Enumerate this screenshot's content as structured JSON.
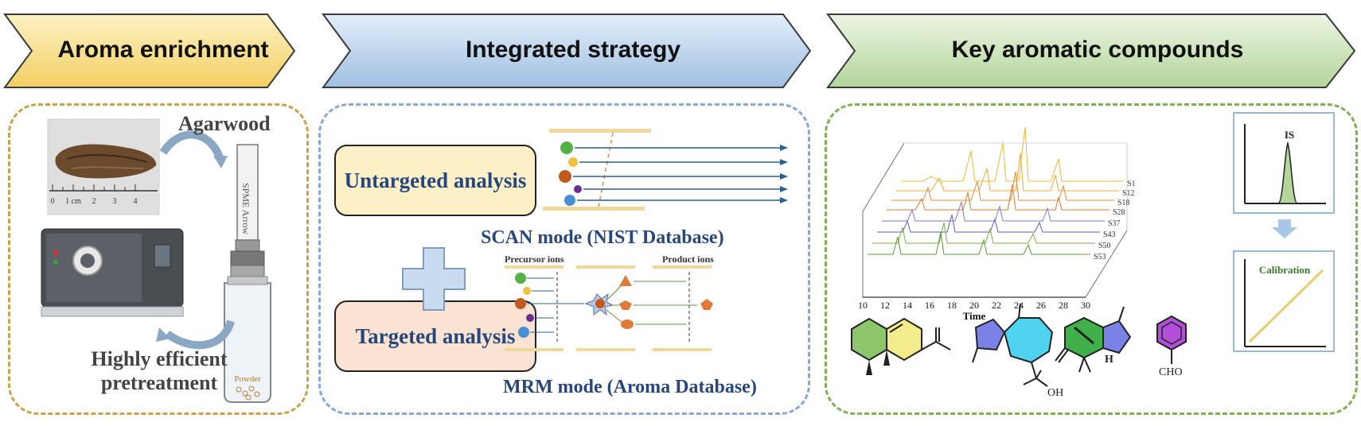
{
  "sections": {
    "enrichment": "Aroma enrichment",
    "strategy": "Integrated strategy",
    "compounds": "Key aromatic compounds"
  },
  "enrichment_panel": {
    "sample_label": "Agarwood",
    "footer": "Highly efficient pretreatment",
    "fiber_label": "SPME Arrow",
    "vial_label": "Powder",
    "ruler_labels": [
      "0",
      "1 cm",
      "2",
      "3",
      "4"
    ]
  },
  "strategy_panel": {
    "untargeted_label": "Untargeted analysis",
    "targeted_label": "Targeted analysis",
    "scan_mode": "SCAN mode (NIST Database)",
    "mrm_mode": "MRM mode (Aroma Database)",
    "precursor_label": "Precursor ions",
    "product_label": "Product ions"
  },
  "compounds_panel": {
    "time_axis_label": "Time",
    "time_ticks": [
      "10",
      "12",
      "14",
      "16",
      "18",
      "20",
      "22",
      "24",
      "26",
      "28",
      "30"
    ],
    "sample_labels": [
      "S1",
      "S12",
      "S18",
      "S28",
      "S37",
      "S43",
      "S50",
      "S53"
    ],
    "is_label": "IS",
    "calibration_label": "Calibration",
    "oh_label": "OH",
    "h_label": "H",
    "cho_label": "CHO"
  },
  "colors": {
    "enrichment_gold": "#f5d97a",
    "strategy_blue": "#a9c6e6",
    "compounds_green": "#b9d7a3",
    "panel_gold_border": "#c8a24a",
    "panel_blue_border": "#8aa7cf",
    "panel_green_border": "#7fae55",
    "text_blue": "#27477a"
  }
}
